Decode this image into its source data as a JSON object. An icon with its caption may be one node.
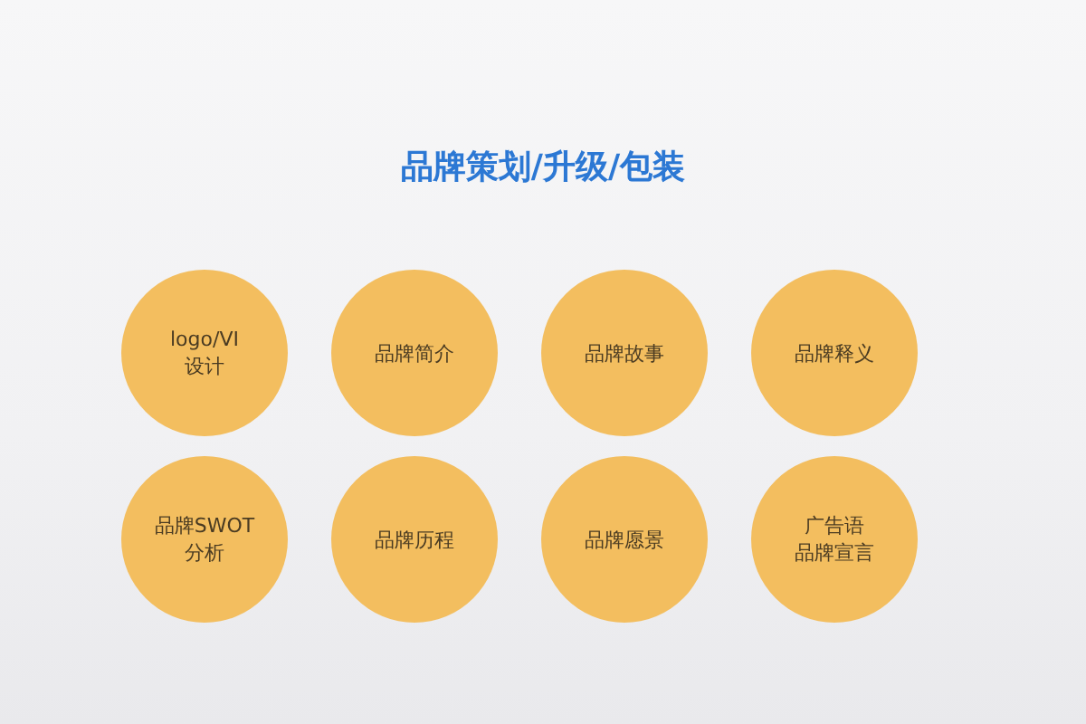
{
  "diagram": {
    "title": "品牌策划/升级/包装",
    "nodes": [
      {
        "text": [
          "logo/VI设计"
        ]
      },
      {
        "text": [
          "品牌简介"
        ]
      },
      {
        "text": [
          "品牌故事"
        ]
      },
      {
        "text": [
          "品牌释义"
        ]
      },
      {
        "text": [
          "品牌SWOT分析"
        ]
      },
      {
        "text": [
          "品牌历程"
        ]
      },
      {
        "text": [
          "品牌愿景"
        ]
      },
      {
        "text": [
          "广告语",
          "品牌宣言"
        ]
      }
    ]
  }
}
